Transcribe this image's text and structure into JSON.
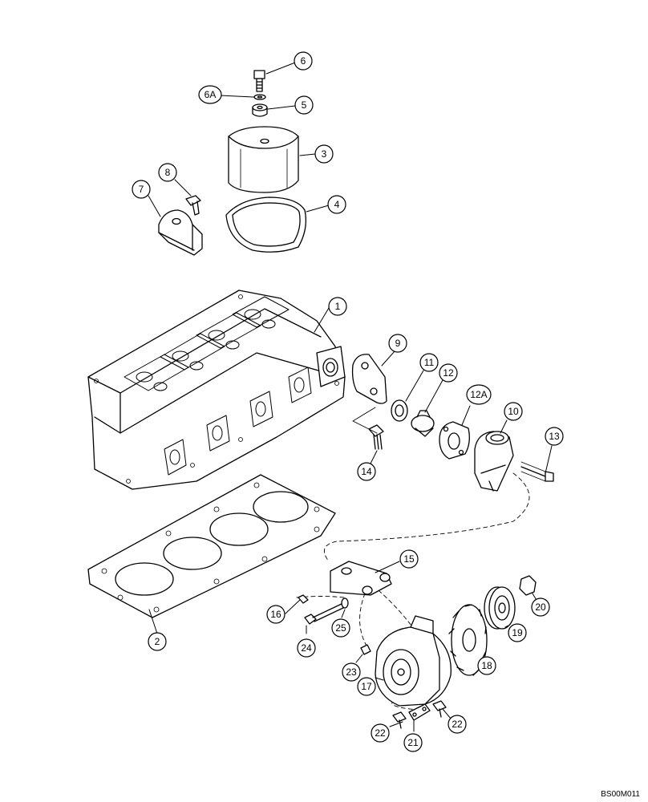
{
  "diagram": {
    "reference_code": "BS00M011",
    "callouts": [
      {
        "id": "c6",
        "label": "6"
      },
      {
        "id": "c6a",
        "label": "6A"
      },
      {
        "id": "c5",
        "label": "5"
      },
      {
        "id": "c3",
        "label": "3"
      },
      {
        "id": "c8",
        "label": "8"
      },
      {
        "id": "c7",
        "label": "7"
      },
      {
        "id": "c4",
        "label": "4"
      },
      {
        "id": "c1",
        "label": "1"
      },
      {
        "id": "c9",
        "label": "9"
      },
      {
        "id": "c11",
        "label": "11"
      },
      {
        "id": "c12",
        "label": "12"
      },
      {
        "id": "c12a",
        "label": "12A"
      },
      {
        "id": "c10",
        "label": "10"
      },
      {
        "id": "c13",
        "label": "13"
      },
      {
        "id": "c14",
        "label": "14"
      },
      {
        "id": "c15",
        "label": "15"
      },
      {
        "id": "c16",
        "label": "16"
      },
      {
        "id": "c25",
        "label": "25"
      },
      {
        "id": "c24",
        "label": "24"
      },
      {
        "id": "c2",
        "label": "2"
      },
      {
        "id": "c20",
        "label": "20"
      },
      {
        "id": "c19",
        "label": "19"
      },
      {
        "id": "c18",
        "label": "18"
      },
      {
        "id": "c23",
        "label": "23"
      },
      {
        "id": "c17",
        "label": "17"
      },
      {
        "id": "c22a",
        "label": "22"
      },
      {
        "id": "c21",
        "label": "21"
      },
      {
        "id": "c22b",
        "label": "22"
      }
    ]
  }
}
